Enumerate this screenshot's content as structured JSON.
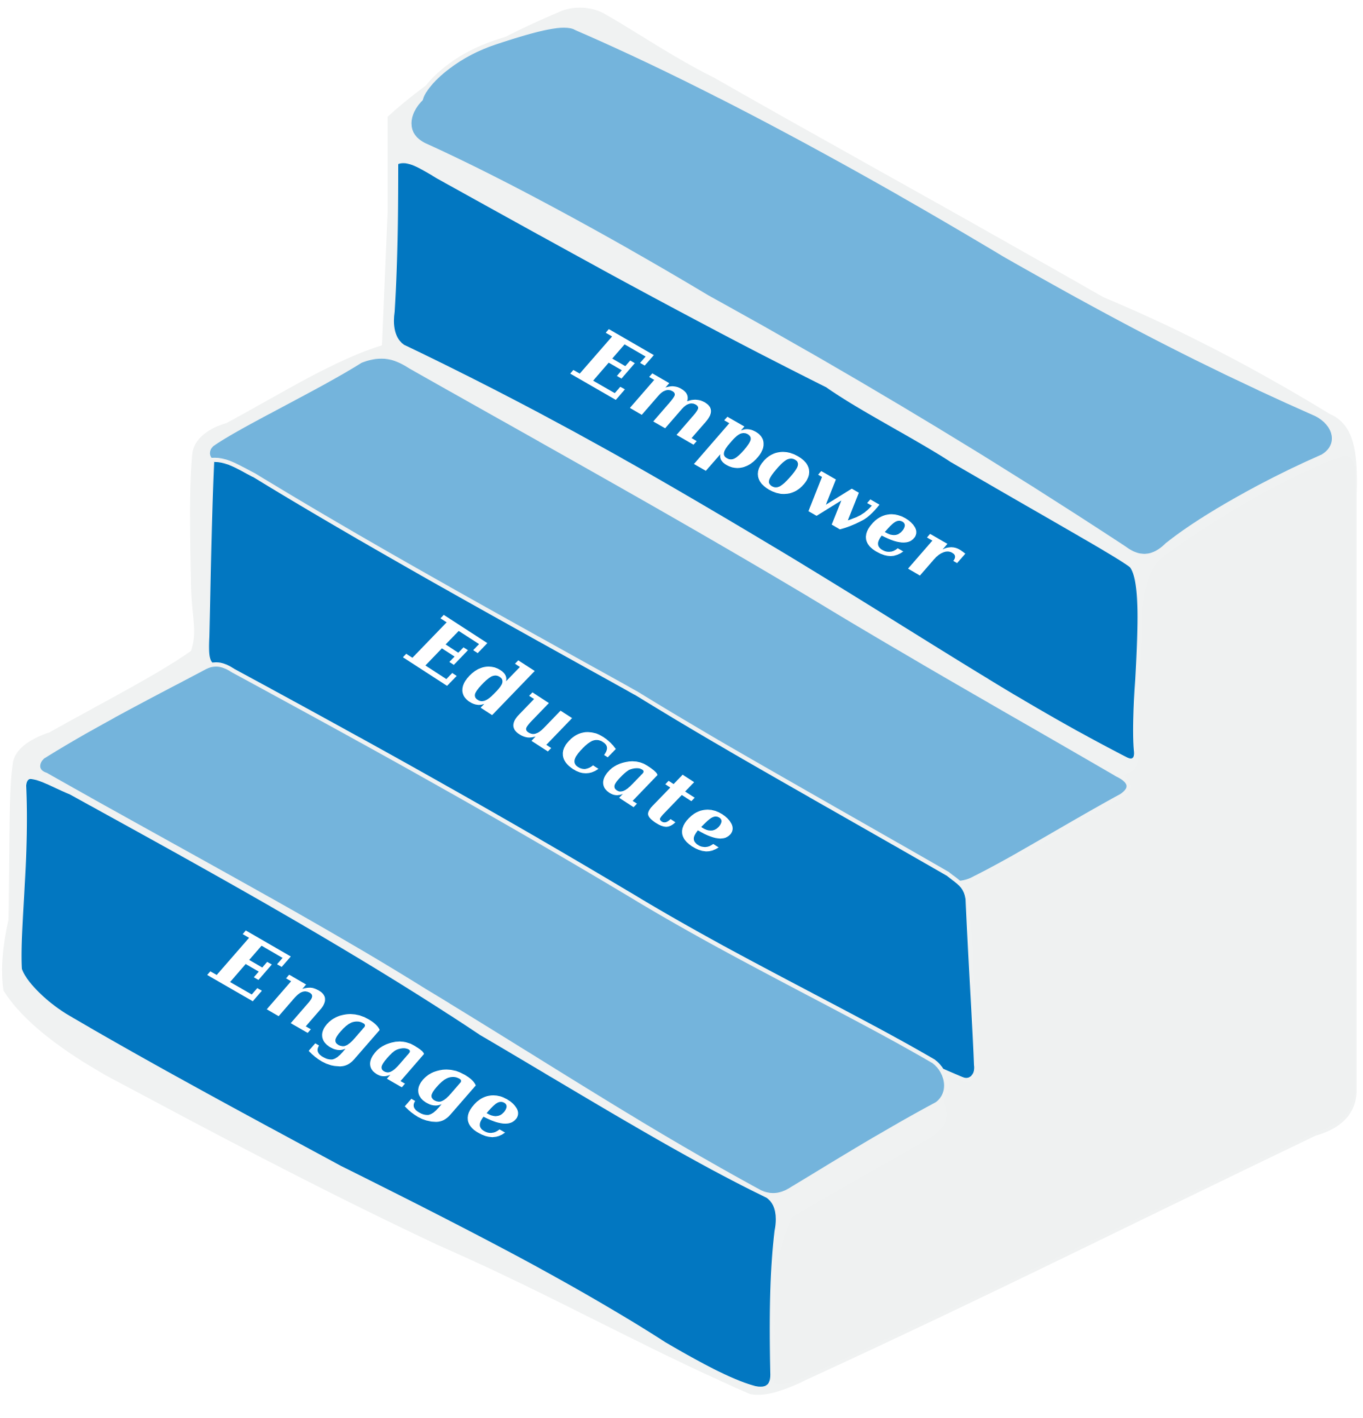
{
  "diagram": {
    "steps": [
      {
        "id": "engage",
        "label": "Engage"
      },
      {
        "id": "educate",
        "label": "Educate"
      },
      {
        "id": "empower",
        "label": "Empower"
      }
    ],
    "colors": {
      "outline": "#f0f2f2",
      "block_side": "#eff1f1",
      "tread": "#74b4dc",
      "riser": "#0277c1",
      "label_text": "#ffffff"
    }
  }
}
